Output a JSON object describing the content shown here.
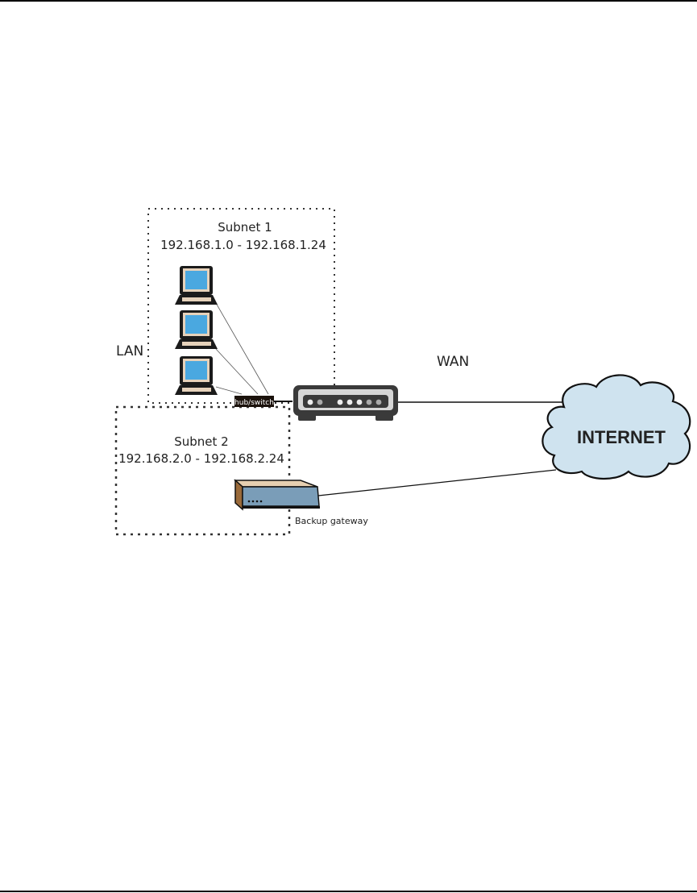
{
  "diagram": {
    "subnet1": {
      "title": "Subnet 1",
      "range": "192.168.1.0 - 192.168.1.24"
    },
    "subnet2": {
      "title": "Subnet 2",
      "range": "192.168.2.0 - 192.168.2.24"
    },
    "lan_label": "LAN",
    "wan_label": "WAN",
    "hub_label": "hub/switch",
    "cloud_label": "INTERNET",
    "backup_label": "Backup gateway",
    "colors": {
      "screen": "#4aa8e0",
      "cloud_fill": "#cfe3ef",
      "router_body": "#d8d8d8",
      "backup_front": "#7a9db8",
      "backup_top": "#e6cfb0",
      "backup_side": "#9a6a3a"
    }
  }
}
